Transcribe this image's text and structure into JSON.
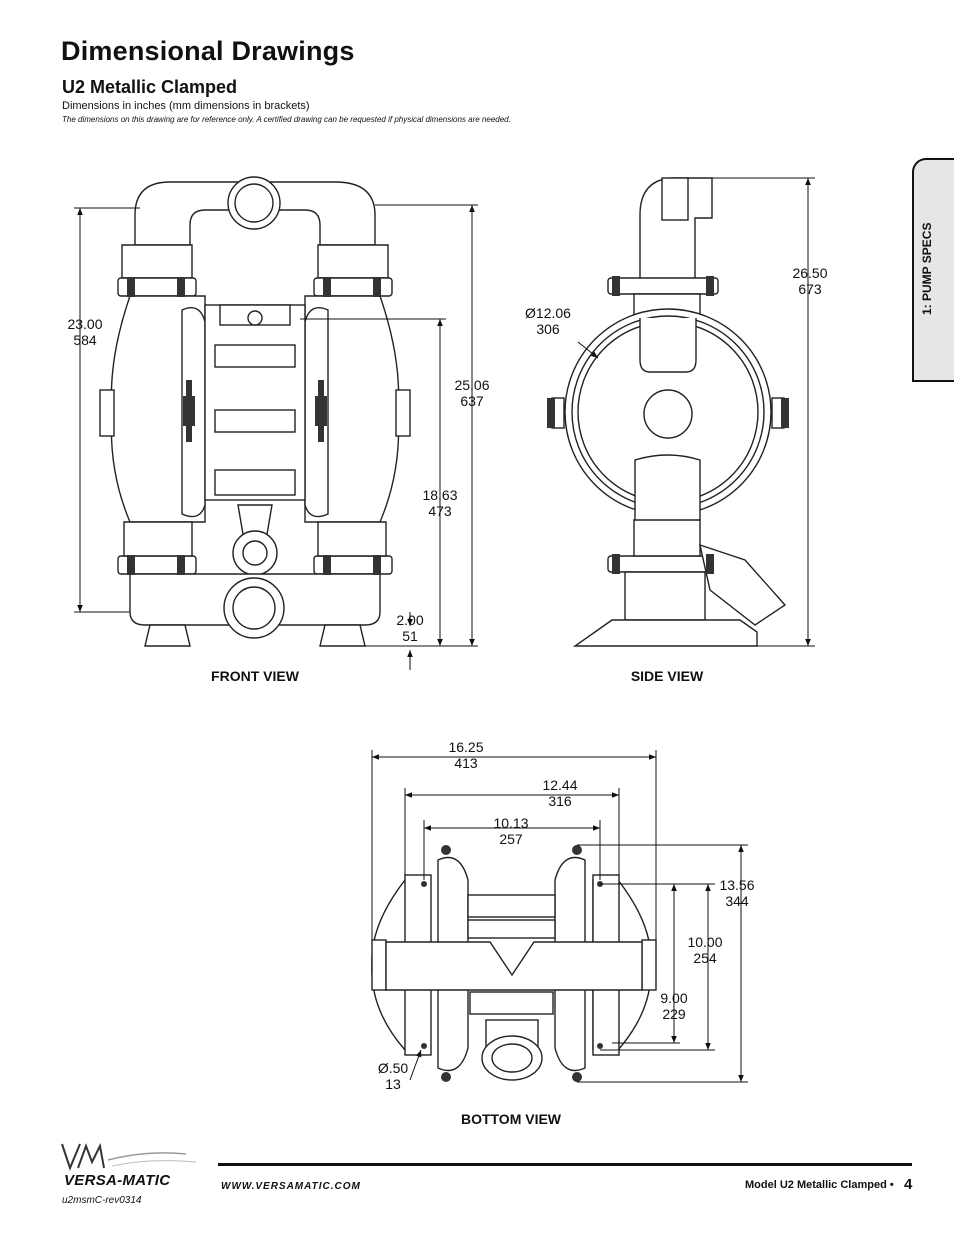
{
  "header": {
    "title": "Dimensional Drawings",
    "subtitle": "U2 Metallic Clamped",
    "units_note": "Dimensions in inches (mm dimensions in brackets)",
    "reference_note": "The dimensions on this drawing are for reference only.  A certified drawing can be requested if physical dimensions are needed."
  },
  "side_tab": {
    "label": "1: PUMP SPECS"
  },
  "front_view": {
    "label": "FRONT VIEW",
    "dims": {
      "height_inlet": {
        "in": "23.00",
        "mm": "584"
      },
      "overall_height": {
        "in": "25.06",
        "mm": "637"
      },
      "center_height": {
        "in": "18.63",
        "mm": "473"
      },
      "discharge_height": {
        "in": "2.00",
        "mm": "51"
      }
    }
  },
  "side_view": {
    "label": "SIDE  VIEW",
    "dims": {
      "chamber_diameter": {
        "in": "Ø12.06",
        "mm": "306"
      },
      "overall_height": {
        "in": "26.50",
        "mm": "673"
      }
    }
  },
  "bottom_view": {
    "label": "BOTTOM VIEW",
    "dims": {
      "overall_width": {
        "in": "16.25",
        "mm": "413"
      },
      "clamp_width": {
        "in": "12.44",
        "mm": "316"
      },
      "mount_width": {
        "in": "10.13",
        "mm": "257"
      },
      "overall_depth": {
        "in": "13.56",
        "mm": "344"
      },
      "mount_depth_outer": {
        "in": "10.00",
        "mm": "254"
      },
      "mount_depth_inner": {
        "in": "9.00",
        "mm": "229"
      },
      "hole_diameter": {
        "in": "Ø.50",
        "mm": "13"
      }
    }
  },
  "footer": {
    "brand": "VERSA-MATIC",
    "revision": "u2msmC-rev0314",
    "website": "WWW.VERSAMATIC.COM",
    "model": "Model U2 Metallic Clamped •",
    "page": "4"
  }
}
